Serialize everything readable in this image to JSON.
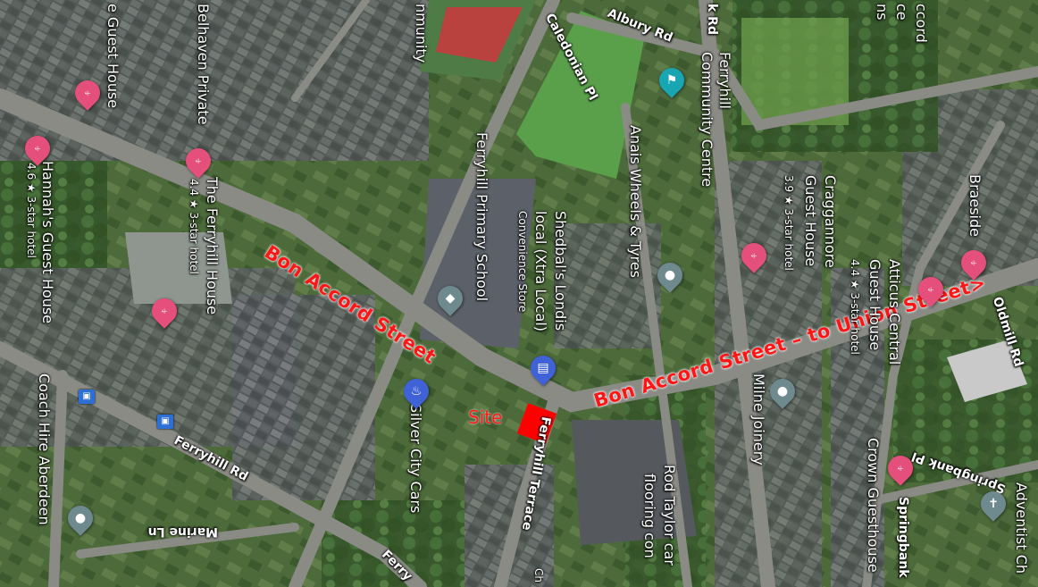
{
  "map": {
    "type": "satellite",
    "colors": {
      "roads": "#8b8b86",
      "vegetation": "#3d6b2f",
      "roofs": "#5a5a5e",
      "annotation": "#ff1515",
      "pin_pink": "#e54f7c",
      "pin_grey": "#6f8a8e"
    }
  },
  "annotations": {
    "bon_accord": "Bon Accord Street",
    "bon_accord_union": "Bon Accord Street – to Union Street>",
    "site": "Site"
  },
  "places": {
    "guest_house_top": "e Guest House",
    "belhaven": "Belhaven Private",
    "hannahs": "Hannah's Guest House",
    "hannahs_rating": "4.6 ★ 3-star hotel",
    "ferryhill_house": "The Ferryhill House",
    "ferryhill_house_rating": "4.4 ★ 3-star hotel",
    "ferryhill_primary": "Ferryhill Primary School",
    "shedbals": "Shedbal's Londis",
    "shedbals_sub": "local (Xtra Local)",
    "shedbals_type": "Convenience Store",
    "anais": "Anais Wheels & Tyres",
    "ferryhill_cc": "Ferryhill",
    "ferryhill_cc2": "Community Centre",
    "cragganmore": "Craggannore",
    "cragganmore2": "Guest House",
    "cragganmore_rating": "3.9 ★ 3-star hotel",
    "atticus": "Atticus Central",
    "atticus2": "Guest House",
    "atticus_rating": "4.4 ★ 3-star hotel",
    "braeside": "Braeside",
    "milne": "Milne Joinery",
    "crown": "Crown Guesthouse",
    "silver_city": "Silver City Cars",
    "rod_taylor": "Rod Taylor car",
    "rod_taylor2": "flooring con",
    "coach_hire": "Coach Hire Aberdeen",
    "adventist": "Adventist Ch",
    "community_top": "nmunity",
    "accord_top": "ccord",
    "accord_top2": "ce",
    "accord_top3": "ns",
    "ch_bottom": "Ch"
  },
  "roads": {
    "caledonian": "Caledonian Pl",
    "albury": "Albury Rd",
    "k_rd": "k Rd",
    "ferryhill_rd": "Ferryhill Rd",
    "ferryhill_terrace": "Ferryhill Terrace",
    "marine": "Marine Ln",
    "ferry_bottom": "Ferry",
    "oldmill": "Oldmill Rd",
    "springbank_pl": "Springbank Pl",
    "springbank": "Springbank"
  },
  "icons": {
    "hotel": "hotel-bed-icon",
    "place": "place-dot-icon",
    "school": "school-icon",
    "store": "store-icon",
    "bus": "bus-stop-icon",
    "restaurant": "restaurant-icon",
    "community": "community-icon",
    "church": "church-cross-icon"
  },
  "glyphs": {
    "hotel": "⍅",
    "dot": "●",
    "bus": "▣",
    "store": "▤",
    "cross": "✝",
    "school": "◆",
    "food": "♨",
    "people": "⚑"
  }
}
